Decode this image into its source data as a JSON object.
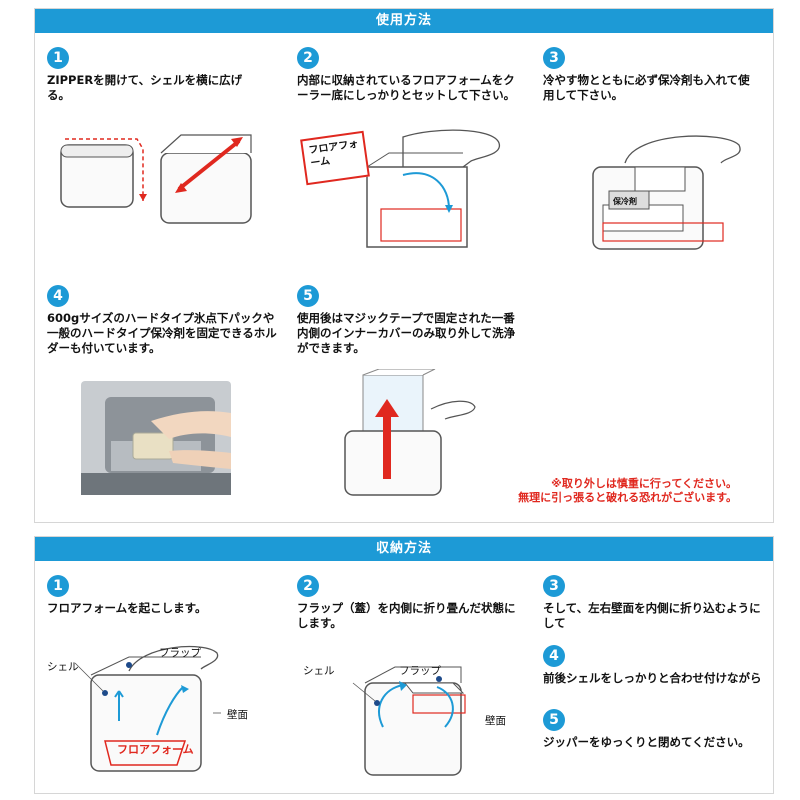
{
  "usage": {
    "title": "使用方法",
    "steps": [
      {
        "num": "1",
        "text": "ZIPPERを開けて、シェルを横に広げる。"
      },
      {
        "num": "2",
        "text": "内部に収納されているフロアフォームをクーラー底にしっかりとセットして下さい。",
        "card": "フロアフォーム"
      },
      {
        "num": "3",
        "text": "冷やす物とともに必ず保冷剤も入れて使用して下さい。",
        "pack": "保冷剤"
      },
      {
        "num": "4",
        "text": "600gサイズのハードタイプ氷点下パックや一般のハードタイプ保冷剤を固定できるホルダーも付いています。"
      },
      {
        "num": "5",
        "text": "使用後はマジックテープで固定された一番内側のインナーカバーのみ取り外して洗浄ができます。"
      }
    ],
    "warning": [
      "※取り外しは慎重に行ってください。",
      "無理に引っ張ると破れる恐れがございます。"
    ]
  },
  "storage": {
    "title": "収納方法",
    "steps": [
      {
        "num": "1",
        "text": "フロアフォームを起こします。"
      },
      {
        "num": "2",
        "text": "フラップ（蓋）を内側に折り畳んだ状態にします。"
      },
      {
        "num": "3",
        "text": "そして、左右壁面を内側に折り込むようにして"
      },
      {
        "num": "4",
        "text": "前後シェルをしっかりと合わせ付けながら"
      },
      {
        "num": "5",
        "text": "ジッパーをゆっくりと閉めてください。"
      }
    ],
    "labels": {
      "shell": "シェル",
      "flap": "フラップ",
      "wall": "壁面",
      "floor": "フロアフォーム"
    }
  },
  "colors": {
    "accent": "#1d9ad6",
    "warning": "#e0281f"
  }
}
